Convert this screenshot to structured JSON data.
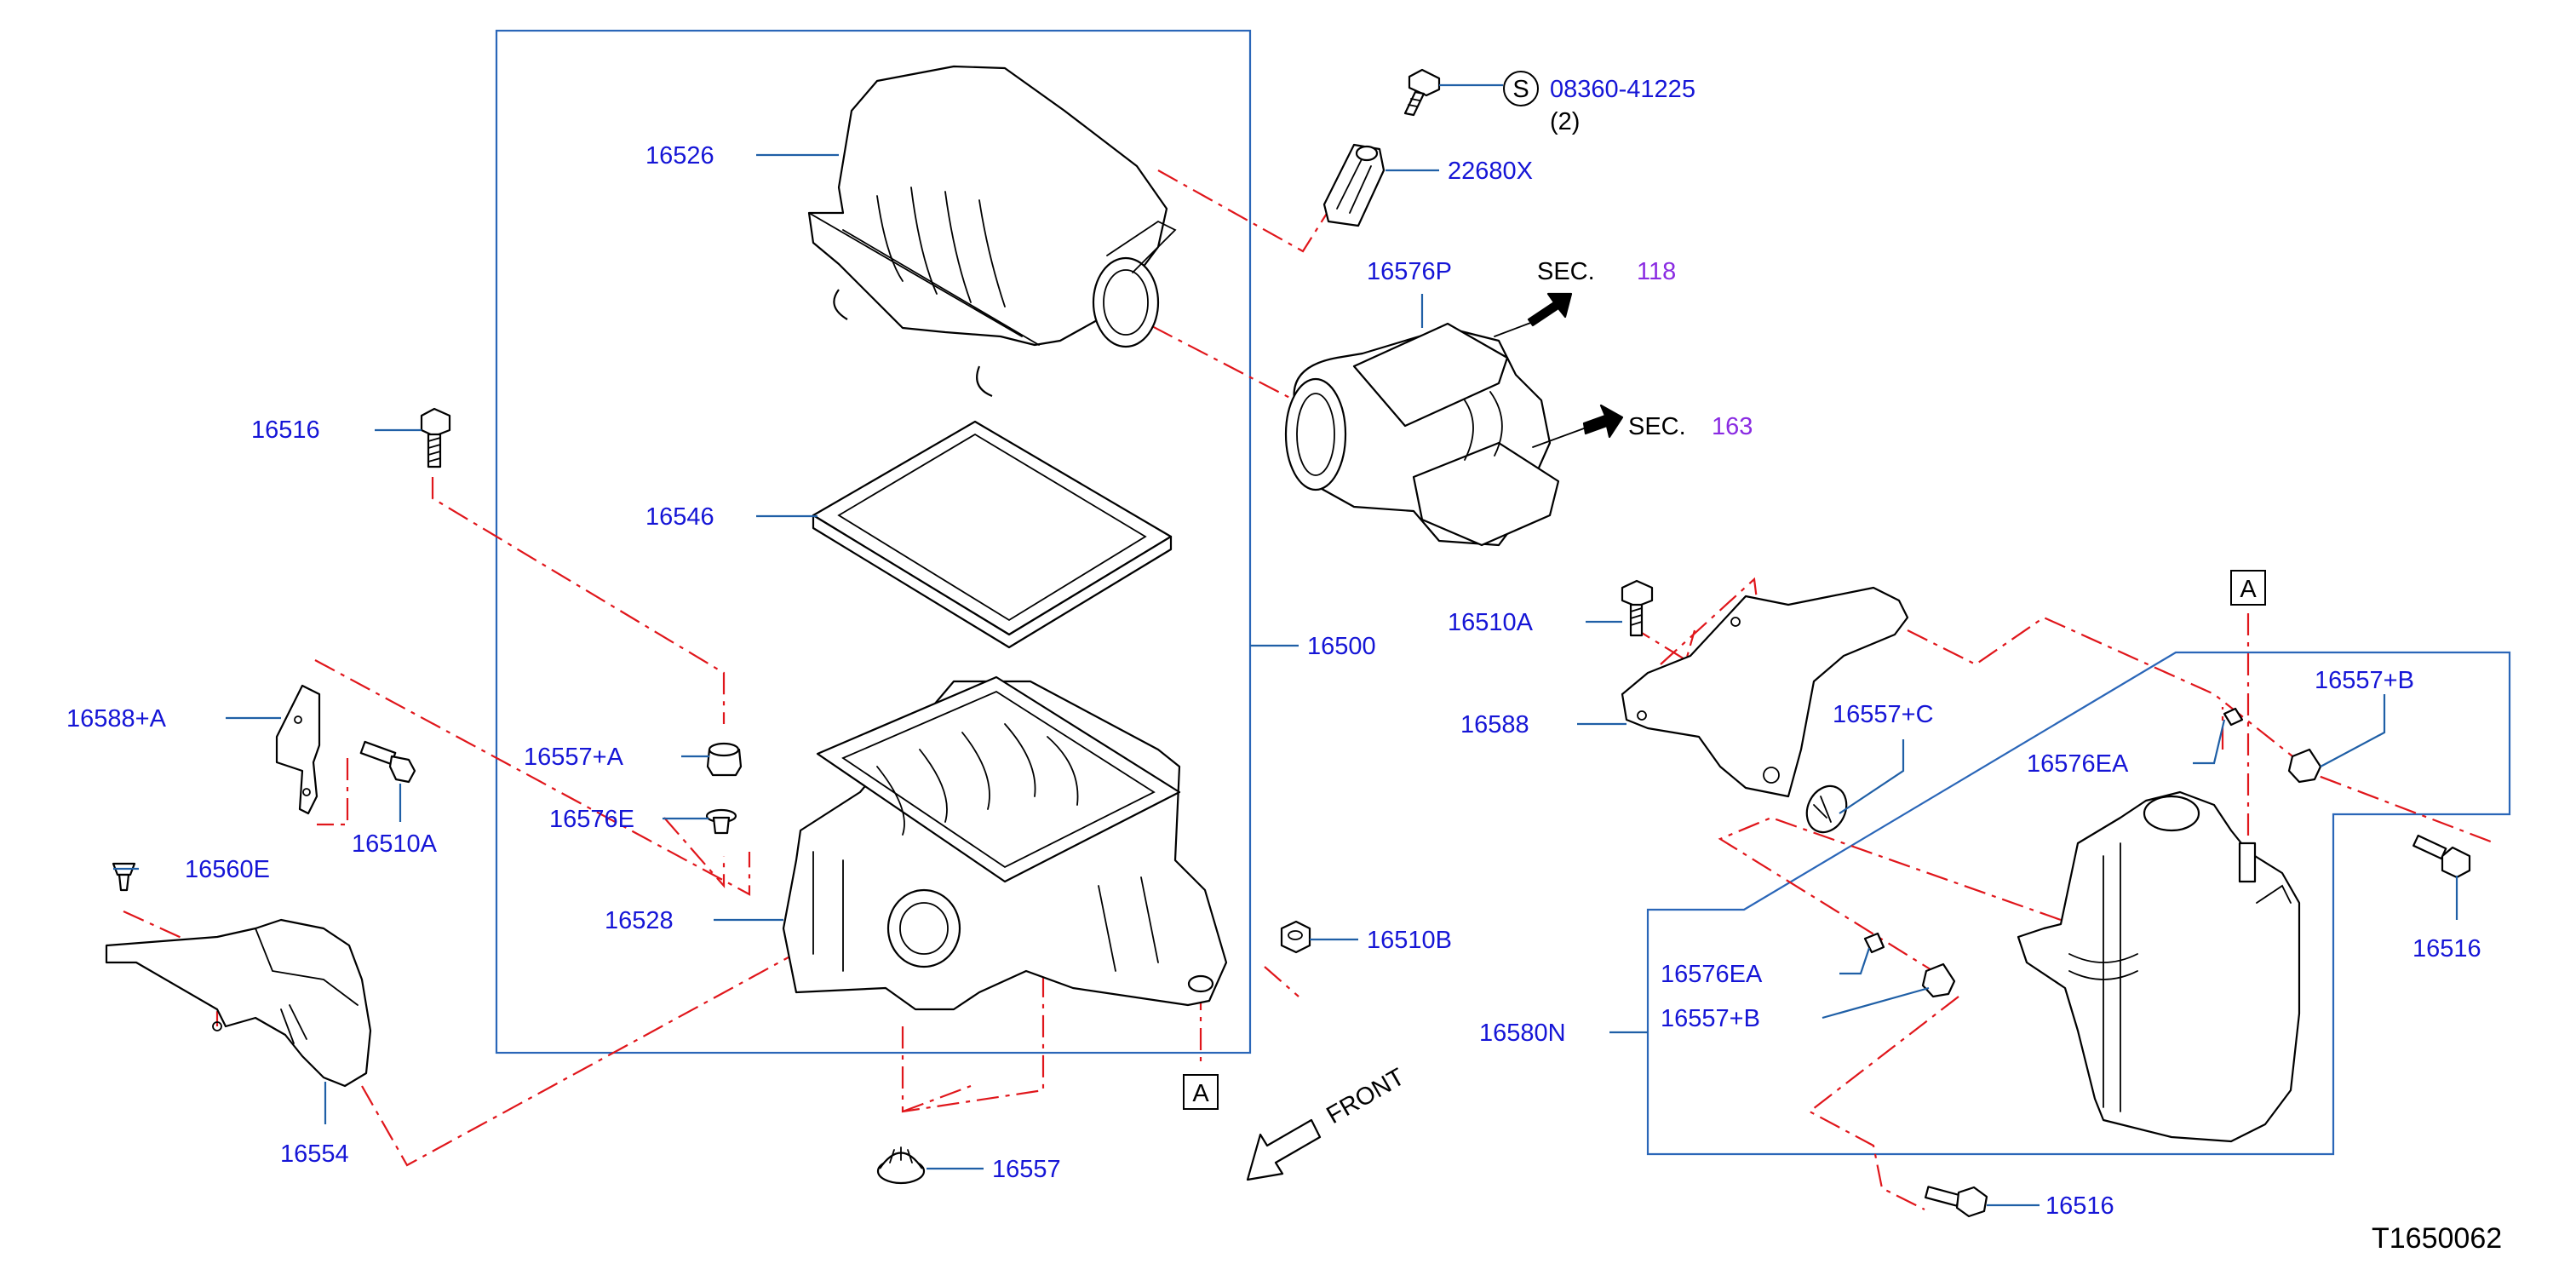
{
  "parts": {
    "p16526": "16526",
    "p16546": "16546",
    "p16500": "16500",
    "p16516_a": "16516",
    "p16557a": "16557+A",
    "p16576e": "16576E",
    "p16528": "16528",
    "p16588a": "16588+A",
    "p16510a_a": "16510A",
    "p16560e": "16560E",
    "p16554": "16554",
    "p16557": "16557",
    "p16510b": "16510B",
    "p08360": "08360-41225",
    "p08360_qty": "(2)",
    "p22680x": "22680X",
    "p16576p": "16576P",
    "p16510a_b": "16510A",
    "p16588": "16588",
    "p16557c": "16557+C",
    "p16557b_a": "16557+B",
    "p16576ea_a": "16576EA",
    "p16516_b": "16516",
    "p16576ea_b": "16576EA",
    "p16557b_b": "16557+B",
    "p16580n": "16580N",
    "p16516_c": "16516"
  },
  "sections": {
    "sec118_label": "SEC.",
    "sec118_num": "118",
    "sec163_label": "SEC.",
    "sec163_num": "163"
  },
  "markers": {
    "s_symbol": "S",
    "ref_a": "A"
  },
  "front_label": "FRONT",
  "diagram_code": "T1650062",
  "colors": {
    "label": "#1515d6",
    "dash_line": "#e0161b",
    "frame": "#2a66b8",
    "section_number": "#8a2be2"
  }
}
